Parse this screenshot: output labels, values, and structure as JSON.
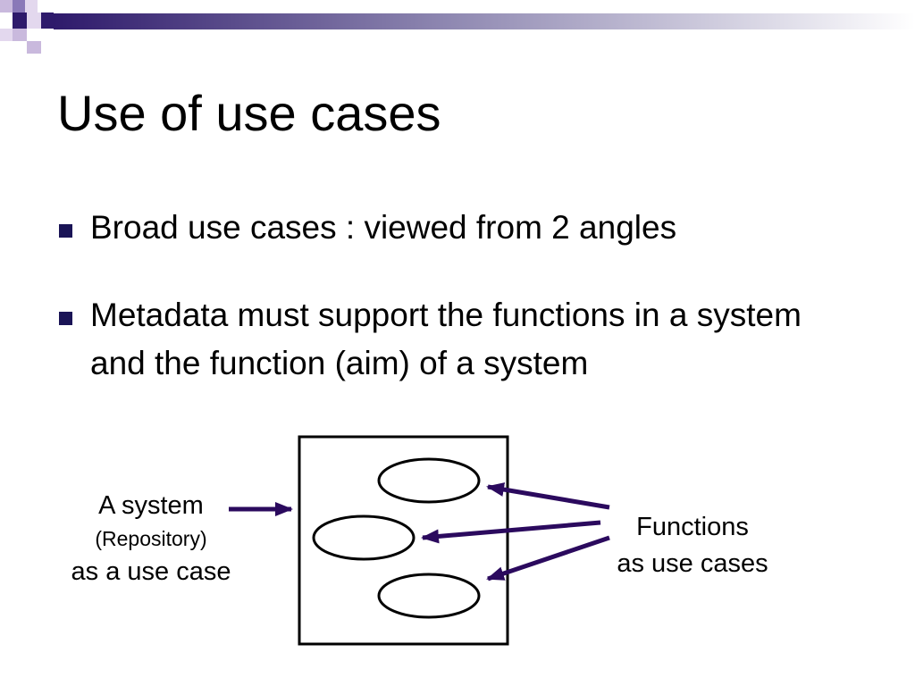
{
  "slide": {
    "title": "Use of use cases",
    "bullets": [
      "Broad use cases : viewed from 2 angles",
      "Metadata must support the functions in a system and the function (aim) of a system"
    ]
  },
  "diagram": {
    "system_label": {
      "line1": "A system",
      "line2": "(Repository)",
      "line3": "as a use case"
    },
    "functions_label": {
      "line1": "Functions",
      "line2": "as use cases"
    }
  },
  "colors": {
    "accent": "#2e1a6b",
    "arrow": "#2b0a5e",
    "bullet": "#1a1456",
    "deco_light": "#c9b9dd",
    "deco_mid": "#8a79b8"
  }
}
